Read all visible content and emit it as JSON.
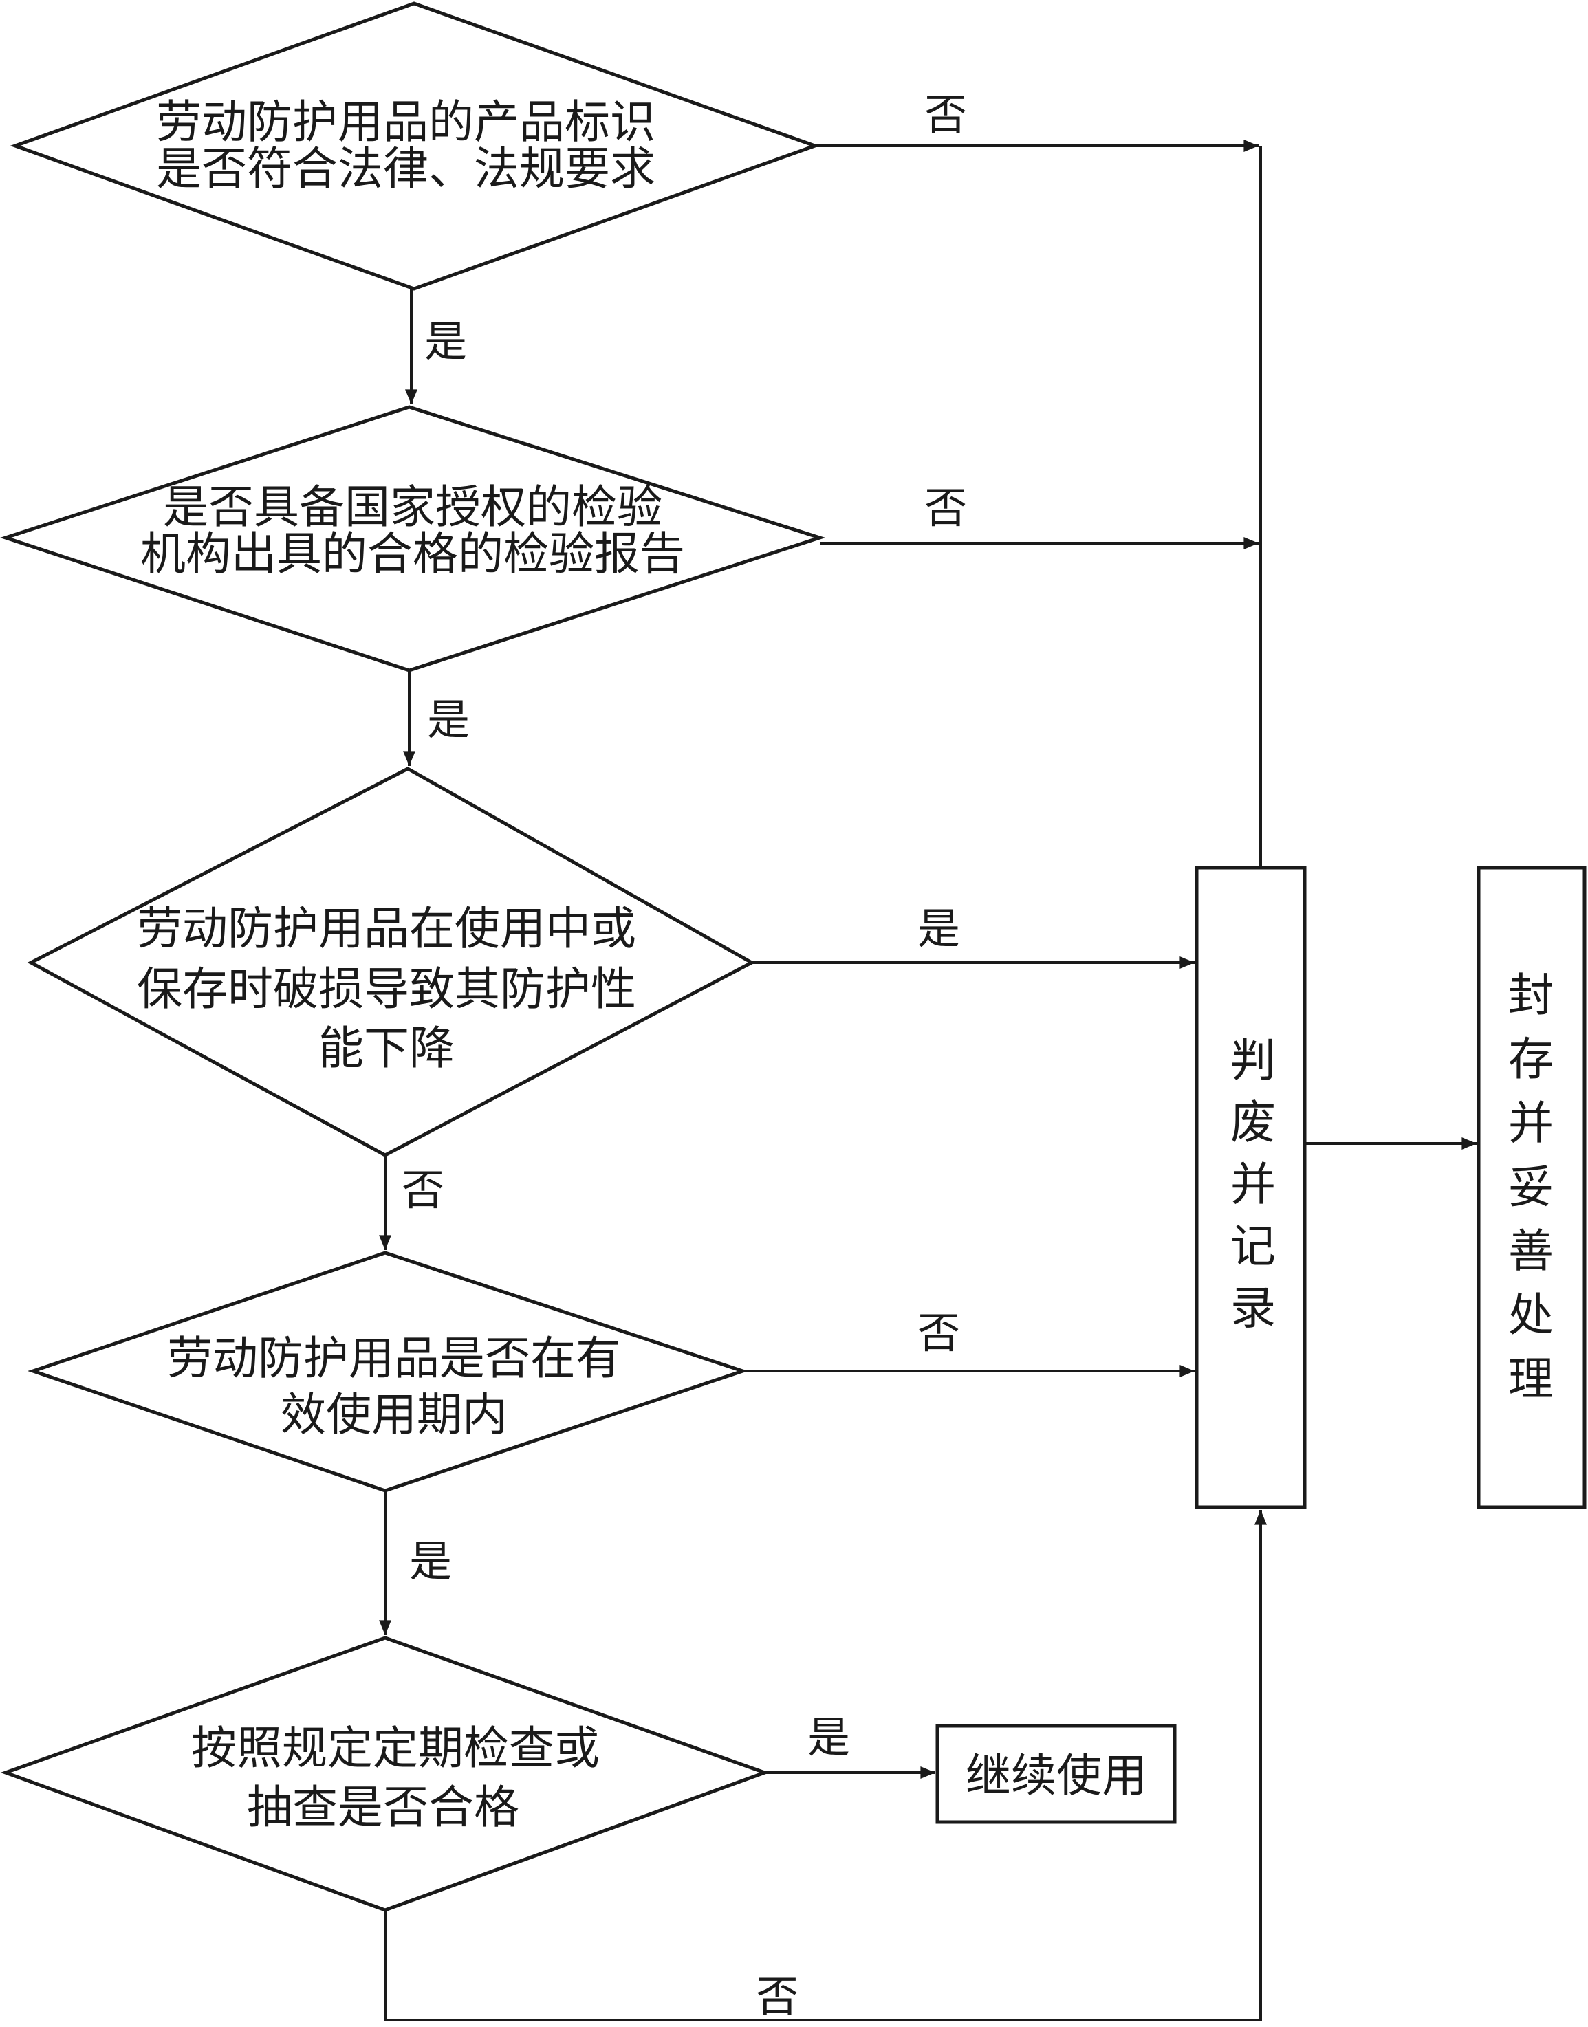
{
  "decisions": {
    "d1": [
      "劳动防护用品的产品标识",
      "是否符合法律、法规要求"
    ],
    "d2": [
      "是否具备国家授权的检验",
      "机构出具的合格的检验报告"
    ],
    "d3": [
      "劳动防护用品在使用中或",
      "保存时破损导致其防护性",
      "能下降"
    ],
    "d4": [
      "劳动防护用品是否在有",
      "效使用期内"
    ],
    "d5": [
      "按照规定定期检查或",
      "抽查是否合格"
    ]
  },
  "boxes": {
    "scrap": [
      "判",
      "废",
      "并",
      "记",
      "录"
    ],
    "seal": [
      "封",
      "存",
      "并",
      "妥",
      "善",
      "处",
      "理"
    ],
    "continue": "继续使用"
  },
  "edge_labels": {
    "yes": "是",
    "no": "否"
  }
}
